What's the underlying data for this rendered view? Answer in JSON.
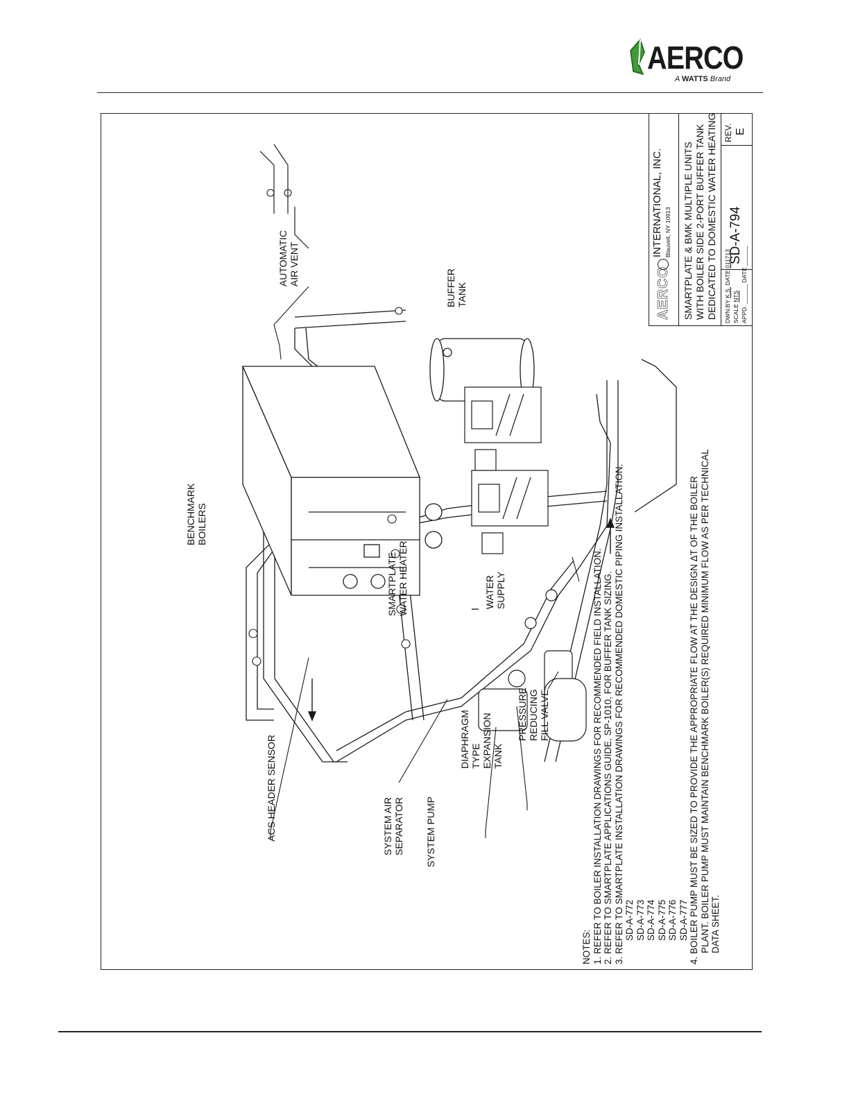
{
  "brand": {
    "logo_text": "AERCO",
    "registered": "®",
    "tagline_a": "A",
    "tagline_brand": "WATTS",
    "tagline_suffix": "Brand"
  },
  "diagram": {
    "labels": {
      "automatic_air_vent": [
        "AUTOMATIC",
        "AIR VENT"
      ],
      "buffer_tank": [
        "BUFFER",
        "TANK"
      ],
      "benchmark_boilers": [
        "BENCHMARK",
        "BOILERS"
      ],
      "smartplate_water_heater": [
        "SMARTPLATE",
        "WATER HEATER"
      ],
      "water_supply": [
        "WATER",
        "SUPPLY"
      ],
      "acs_header_sensor": "ACS HEADER SENSOR",
      "system_air_separator": [
        "SYSTEM AIR",
        "SEPARATOR"
      ],
      "system_pump": "SYSTEM PUMP",
      "expansion_tank": [
        "DIAPHRAGM",
        "TYPE",
        "EXPANSION",
        "TANK"
      ],
      "fill_valve": [
        "PRESSURE",
        "REDUCING",
        "FILL VALVE"
      ]
    },
    "notes": {
      "heading": "NOTES:",
      "lines": [
        "1. REFER TO BOILER INSTALLATION DRAWINGS FOR RECOMMENDED FIELD INSTALLATION.",
        "2. REFER TO SMARTPLATE APPLICATIONS GUIDE, SP-1010, FOR BUFFER TANK SIZING.",
        "3. REFER TO SMARTPLATE INSTALLATION DRAWINGS FOR RECOMMENDED DOMESTIC PIPING INSTALLATION.",
        "SD-A-772",
        "SD-A-773",
        "SD-A-774",
        "SD-A-775",
        "SD-A-776",
        "SD-A-777",
        "4. BOILER PUMP MUST BE SIZED TO PROVIDE THE APPROPRIATE FLOW AT THE DESIGN ΔT OF THE BOILER",
        "PLANT. BOILER PUMP MUST MAINTAIN BENCHMARK BOILER(S) REQUIRED MINIMUM FLOW AS PER TECHNICAL",
        "DATA SHEET."
      ]
    }
  },
  "title_block": {
    "company_logo": "AERCO",
    "company": "INTERNATIONAL, INC.",
    "address": "Blauvelt, NY 10913",
    "title_lines": [
      "SMARTPLATE & BMK MULTIPLE UNITS",
      "WITH BOILER SIDE 2-PORT BUFFER TANK",
      "DEDICATED TO DOMESTIC WATER HEATING"
    ],
    "dwn_by_label": "DWN.BY",
    "dwn_by": "K.S.",
    "date_label": "DATE",
    "date": "011713",
    "scale_label": "SCALE",
    "scale": "NTS",
    "appd_label": "APPD.",
    "appd_date_label": "DATE",
    "drawing_number": "SD-A-794",
    "rev_label": "REV.",
    "rev": "E"
  },
  "colors": {
    "logo_green": "#3f9a3a",
    "ink": "#1a1a1a"
  }
}
